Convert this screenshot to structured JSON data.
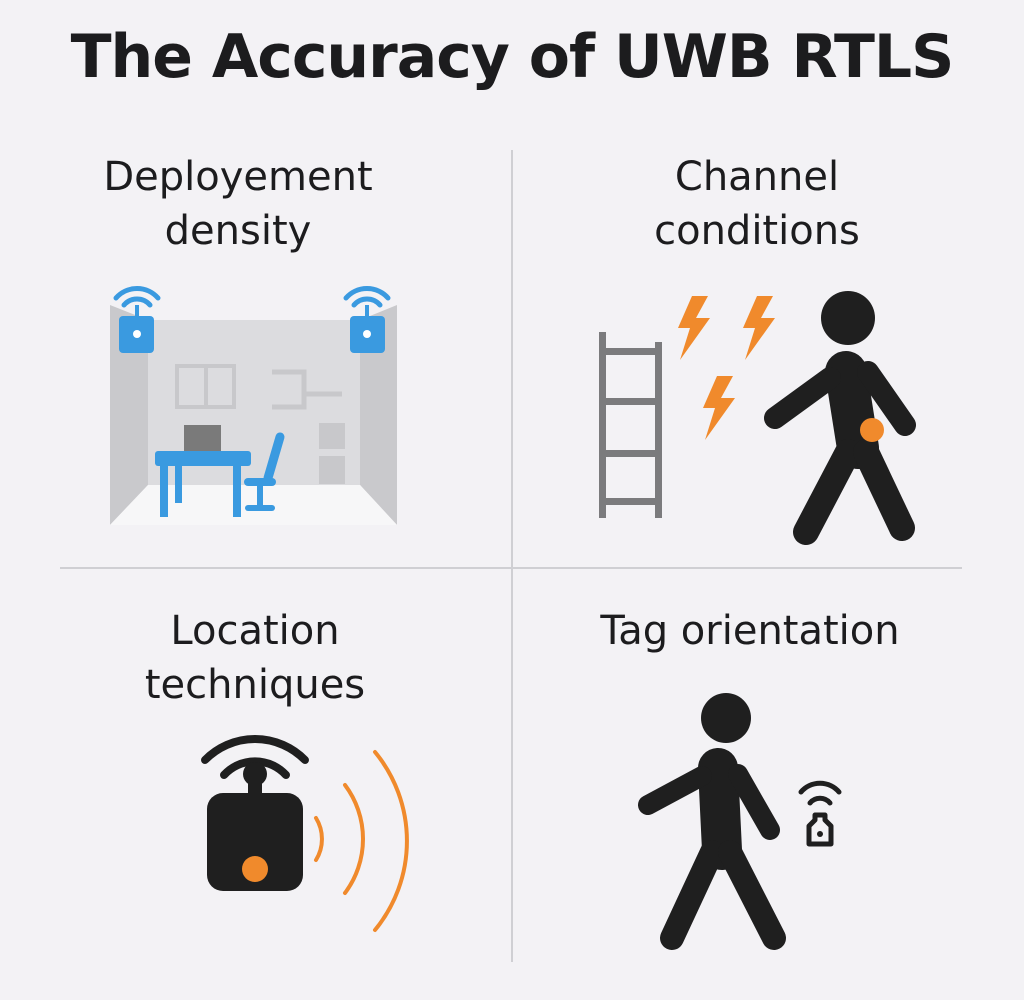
{
  "title": "The Accuracy of UWB RTLS",
  "quadrants": [
    {
      "line1": "Deployement",
      "line2": "density"
    },
    {
      "line1": "Channel",
      "line2": "conditions"
    },
    {
      "line1": "Location",
      "line2": "techniques"
    },
    {
      "line1": "Tag orientation"
    }
  ],
  "colors": {
    "blue": "#3a9ae0",
    "orange": "#f08a2c",
    "dark": "#1f1f1f",
    "gray": "#7b7b7d",
    "divider": "#cfcfd3"
  }
}
